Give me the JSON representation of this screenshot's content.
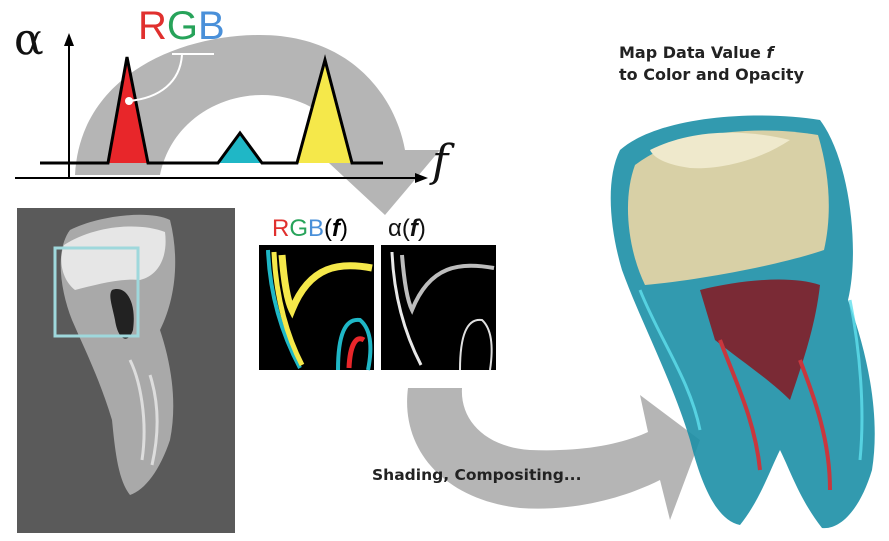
{
  "labels": {
    "alpha_axis": "α",
    "rgb_r": "R",
    "rgb_g": "G",
    "rgb_b": "B",
    "f_axis": "f",
    "rgbf_r": "R",
    "rgbf_g": "G",
    "rgbf_b": "B",
    "rgbf_suffix_open": "(",
    "rgbf_f": "f",
    "rgbf_suffix_close": ")",
    "alphaf_alpha": "α(",
    "alphaf_f": "f",
    "alphaf_close": ")",
    "map_line1": "Map Data Value ",
    "map_f": "f",
    "map_line2": "to Color and Opacity",
    "shading": "Shading, Compositing..."
  },
  "colors": {
    "red": "#e8262a",
    "green": "#27a35a",
    "blue": "#4a90d9",
    "cyan": "#1fb7c6",
    "yellow": "#f5e84a",
    "arrow_gray": "#b5b5b5",
    "ct_dark": "#555555"
  }
}
